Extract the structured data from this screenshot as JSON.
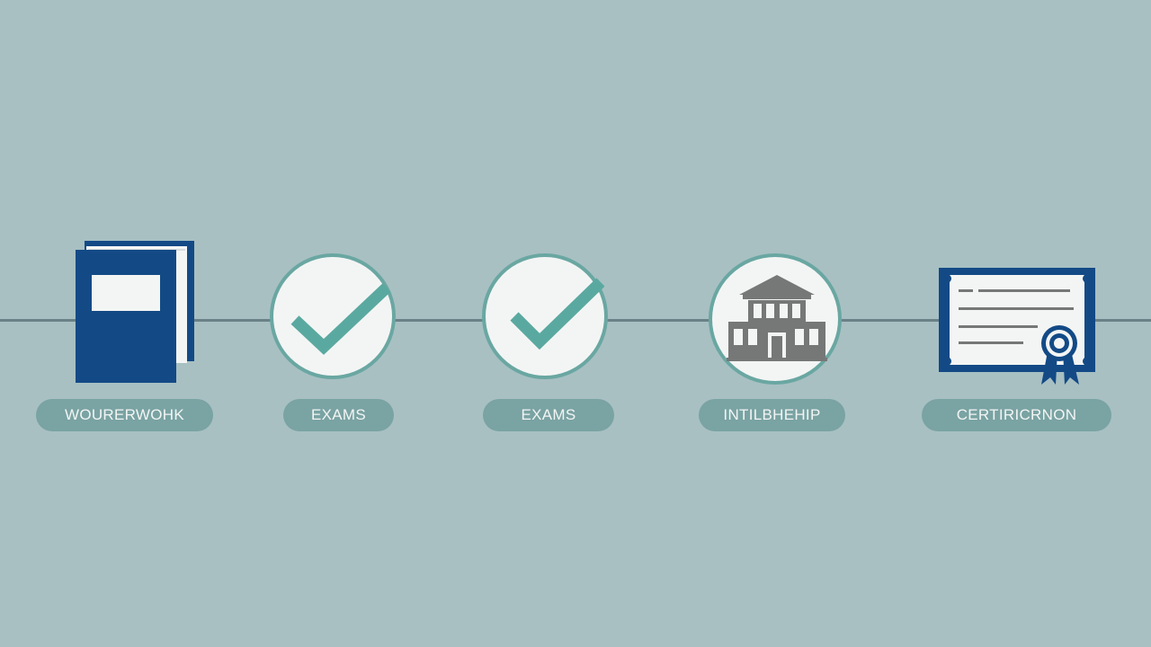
{
  "steps": [
    {
      "label": "WOURERWOHK",
      "icon": "book-icon"
    },
    {
      "label": "EXAMS",
      "icon": "checkmark-icon"
    },
    {
      "label": "EXAMS",
      "icon": "checkmark-icon"
    },
    {
      "label": "INTILBHEHIP",
      "icon": "building-icon"
    },
    {
      "label": "CERTIRICRNON",
      "icon": "certificate-icon"
    }
  ],
  "colors": {
    "background": "#a8c0c2",
    "line": "#6a8287",
    "navy": "#134a86",
    "teal": "#5aa9a0",
    "pill": "#7aa3a3",
    "gray": "#767878"
  }
}
